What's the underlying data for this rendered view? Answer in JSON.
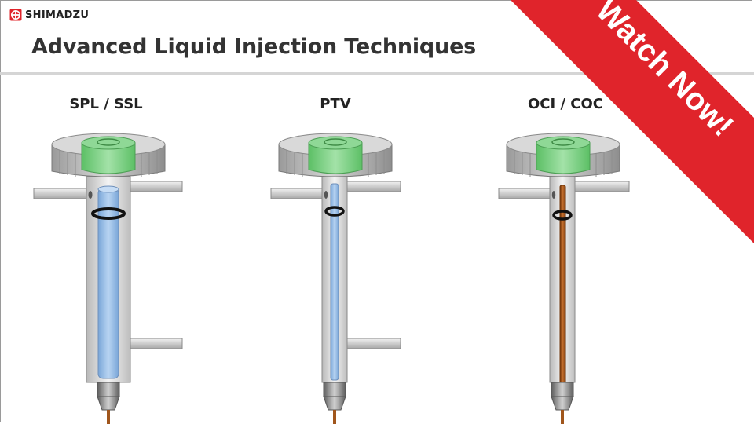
{
  "brand": {
    "name": "SHIMADZU",
    "logo_icon": "shimadzu-logo-icon",
    "color": "#e0242b"
  },
  "slide": {
    "title": "Advanced Liquid Injection Techniques"
  },
  "banner": {
    "label": "Watch Now!",
    "color": "#e0242b",
    "text_color": "#ffffff"
  },
  "columns": [
    {
      "id": "spl",
      "label": "SPL / SSL",
      "liner": "wide glass liner",
      "liner_color": "#9ec3ec"
    },
    {
      "id": "ptv",
      "label": "PTV",
      "liner": "narrow glass liner",
      "liner_color": "#8fb3e0"
    },
    {
      "id": "oci",
      "label": "OCI / COC",
      "liner": "on-column needle",
      "liner_color": "#a0561c"
    }
  ],
  "colors": {
    "cap_gray": "#c8c8c8",
    "septum_green": "#7dcf84",
    "body_gray": "#e6e6e6",
    "outline": "#7a7a7a"
  }
}
